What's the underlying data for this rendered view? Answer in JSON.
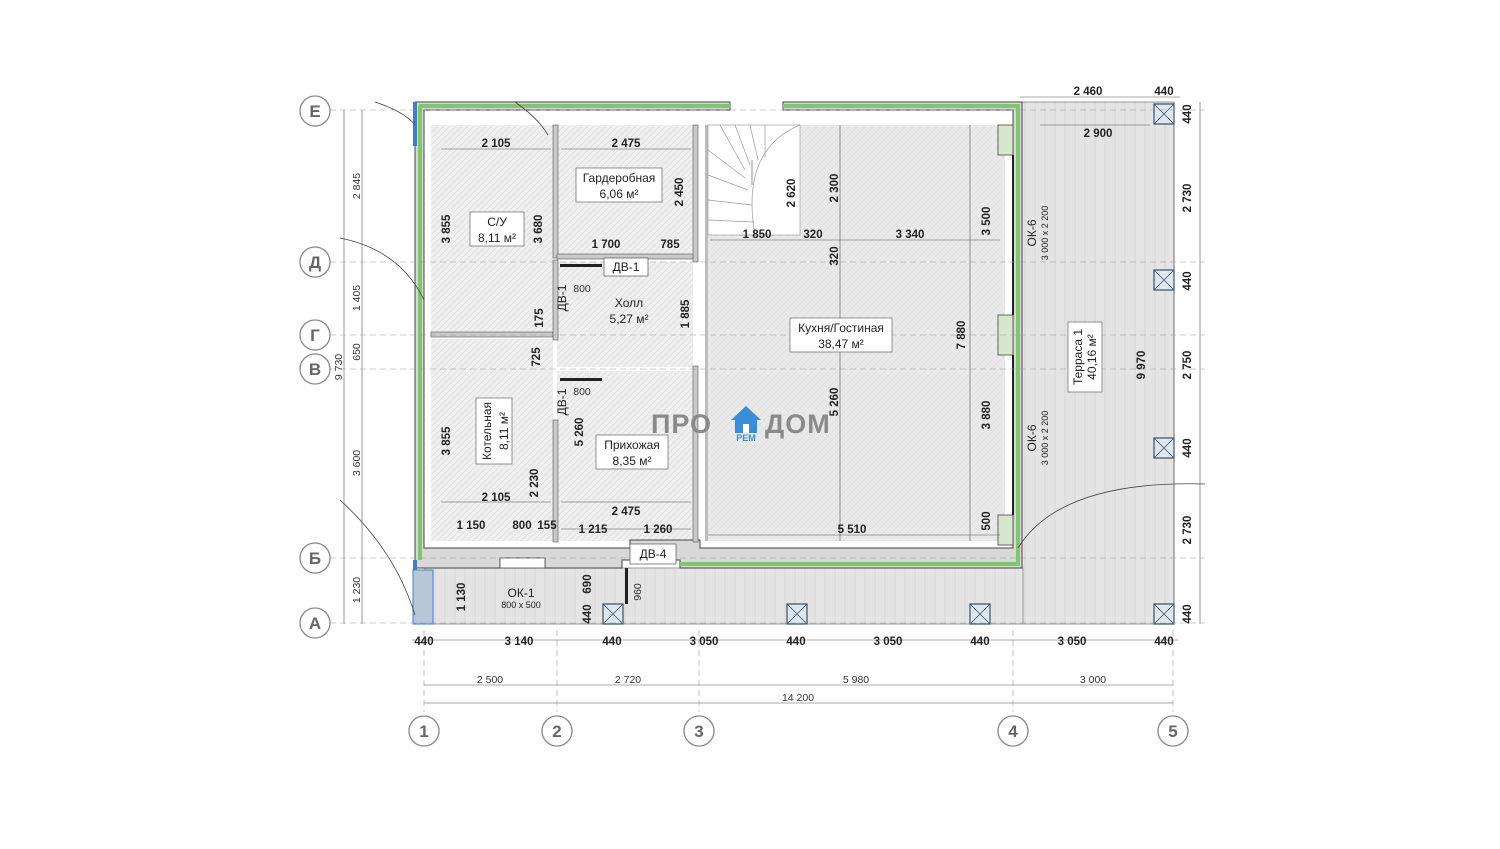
{
  "rooms": {
    "su": {
      "name": "С/У",
      "area": "8,11 м²"
    },
    "garderob": {
      "name": "Гардеробная",
      "area": "6,06 м²"
    },
    "holl": {
      "name": "Холл",
      "area": "5,27 м²"
    },
    "kotel": {
      "name": "Котельная",
      "area": "8,11 м²"
    },
    "prih": {
      "name": "Прихожая",
      "area": "8,35 м²"
    },
    "kuhnya": {
      "name": "Кухня/Гостиная",
      "area": "38,47 м²"
    },
    "terrasa": {
      "name": "Терраса 1",
      "area": "40,16 м²"
    }
  },
  "doors": {
    "dv1": "ДВ-1",
    "dv4": "ДВ-4"
  },
  "windows": {
    "ok6": "ОК-6",
    "ok6_size": "3 000 х 2 200",
    "ok1": "ОК-1",
    "ok1_size": "800 х 500"
  },
  "axes": {
    "letters": [
      "Е",
      "Д",
      "Г",
      "В",
      "Б",
      "А"
    ],
    "numbers": [
      "1",
      "2",
      "3",
      "4",
      "5"
    ]
  },
  "dims": {
    "su_w": "2 105",
    "su_h": "3 855",
    "su_h2": "3 680",
    "gar_w": "2 475",
    "gar_h": "2 450",
    "d1700": "1 700",
    "d785": "785",
    "d800a": "800",
    "d800b": "800",
    "d175": "175",
    "d725": "725",
    "d1885": "1 885",
    "kot_h": "3 855",
    "kot_w": "2 105",
    "d2230": "2 230",
    "pr_w": "2 475",
    "pr_h": "5 260",
    "b1150": "1 150",
    "b800": "800",
    "b155": "155",
    "b1215": "1 215",
    "b1260": "1 260",
    "k2620": "2 620",
    "k2300": "2 300",
    "k1850": "1 850",
    "k320a": "320",
    "k320b": "320",
    "k3340": "3 340",
    "k3500": "3 500",
    "k7880": "7 880",
    "k5260": "5 260",
    "k3880": "3 880",
    "k500": "500",
    "k5510": "5 510",
    "t2460": "2 460",
    "t440top": "440",
    "t2900": "2 900",
    "t2730a": "2 730",
    "t440a": "440",
    "t2750": "2 750",
    "t440b": "440",
    "t2730b": "2 730",
    "t440c": "440",
    "t9970": "9 970",
    "l2845": "2 845",
    "l1405": "1 405",
    "l650": "650",
    "l9730": "9 730",
    "l3600": "3 600",
    "l1230": "1 230",
    "s1130": "1 130",
    "s690": "690",
    "s440": "440",
    "s960": "960",
    "r440a": "440",
    "r3140": "3 140",
    "r440b": "440",
    "r3050a": "3 050",
    "r440c": "440",
    "r3050b": "3 050",
    "r440d": "440",
    "r3050c": "3 050",
    "r440e": "440",
    "g2500": "2 500",
    "g2720": "2 720",
    "g5980": "5 980",
    "g3000": "3 000",
    "total": "14 200"
  },
  "watermark": {
    "left": "ПРО",
    "right": "ДОМ",
    "sub": "РЕМ"
  },
  "colors": {
    "wall_green": "#7ec86a",
    "wall_blue": "#3f7fd0",
    "floor": "#ebebeb",
    "terrace": "#e2e2e2"
  }
}
